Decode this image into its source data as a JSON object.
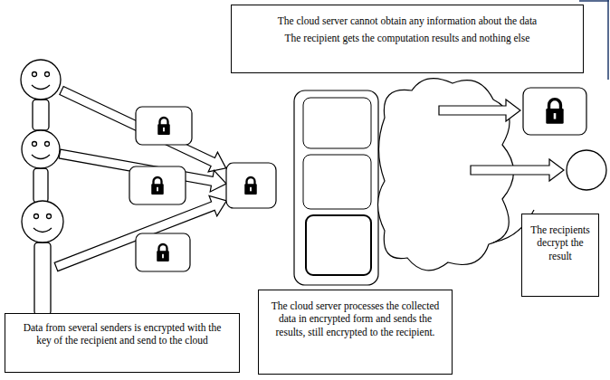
{
  "diagram": {
    "nodes": [
      {
        "text": [
          "The cloud server cannot obtain any information about the data",
          "The recipient gets the computation results and nothing else"
        ]
      },
      {
        "text": [
          "Data from several senders is encrypted with the key of the recipient and send to the cloud"
        ]
      },
      {
        "text": [
          "The cloud server processes the collected data in encrypted form and sends the results, still encrypted to the recipient."
        ]
      },
      {
        "text": [
          "The recipients decrypt the result"
        ]
      }
    ]
  }
}
